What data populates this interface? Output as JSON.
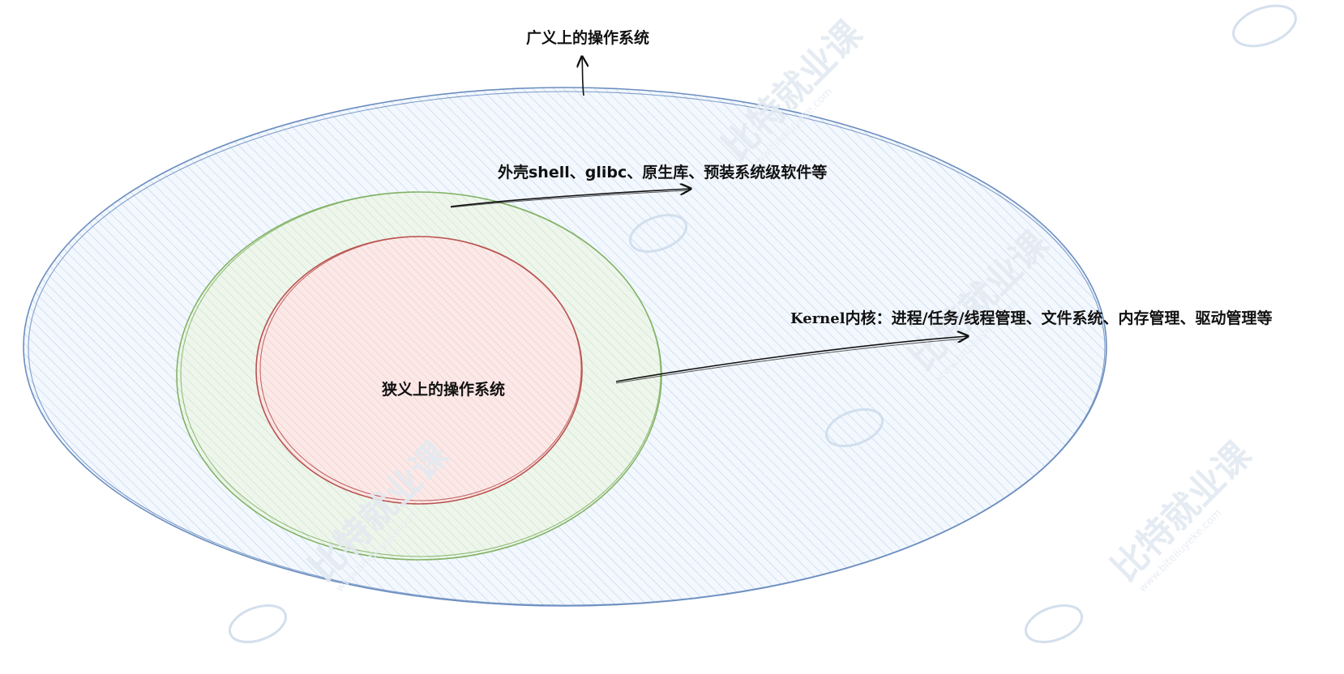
{
  "labels": {
    "broad_os": "广义上的操作系统",
    "shell_layer": "外壳shell、glibc、原生库、预装系统级软件等",
    "kernel_prefix": "Kernel",
    "kernel_text": "内核：进程/任务/线程管理、文件系统、内存管理、驱动管理等",
    "narrow_os": "狭义上的操作系统"
  },
  "watermark": {
    "text": "比特就业课",
    "url": "www.biteiiuyeke.com"
  },
  "colors": {
    "outer_stroke": "#6c8ebf",
    "outer_fill": "#dae8fc",
    "middle_stroke": "#82b366",
    "middle_fill": "#d5e8d4",
    "inner_stroke": "#b85450",
    "inner_fill": "#f8cecc",
    "arrow": "#111111"
  }
}
